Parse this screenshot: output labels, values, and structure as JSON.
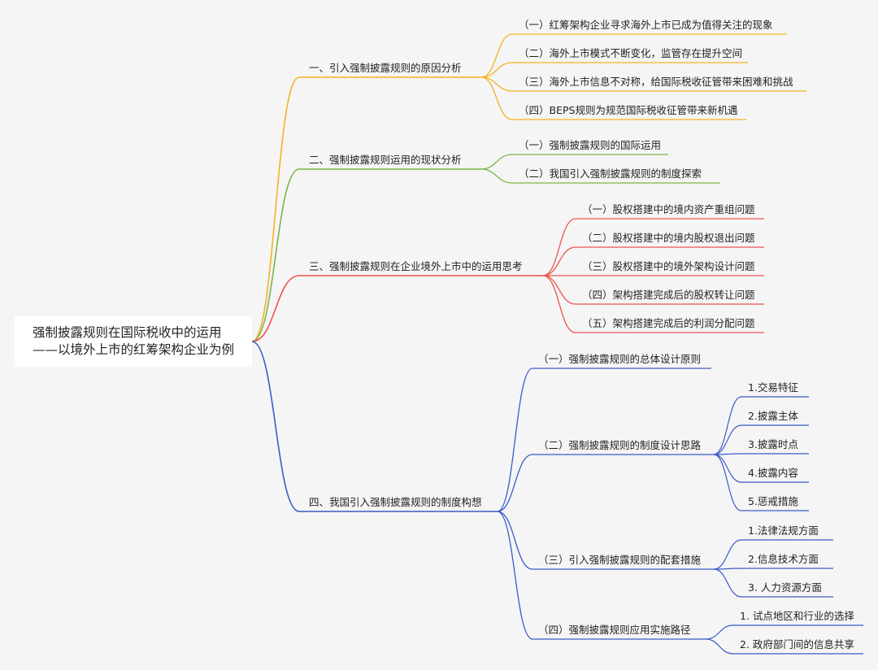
{
  "colors": {
    "b1": "#f5b225",
    "b2": "#7ab648",
    "b3": "#ef5350",
    "b4": "#3a5cc7"
  },
  "root": {
    "line1": "强制披露规则在国际税收中的运用",
    "line2": "——以境外上市的红筹架构企业为例"
  },
  "branches": [
    {
      "label": "一、引入强制披露规则的原因分析",
      "children": [
        {
          "label": "（一）红筹架构企业寻求海外上市已成为值得关注的现象"
        },
        {
          "label": "（二）海外上市模式不断变化，监管存在提升空间"
        },
        {
          "label": "（三）海外上市信息不对称，给国际税收征管带来困难和挑战"
        },
        {
          "label": "（四）BEPS规则为规范国际税收征管带来新机遇"
        }
      ]
    },
    {
      "label": "二、强制披露规则运用的现状分析",
      "children": [
        {
          "label": "（一）强制披露规则的国际运用"
        },
        {
          "label": "（二）我国引入强制披露规则的制度探索"
        }
      ]
    },
    {
      "label": "三、强制披露规则在企业境外上市中的运用思考",
      "children": [
        {
          "label": "（一）股权搭建中的境内资产重组问题"
        },
        {
          "label": "（二）股权搭建中的境内股权退出问题"
        },
        {
          "label": "（三）股权搭建中的境外架构设计问题"
        },
        {
          "label": "（四）架构搭建完成后的股权转让问题"
        },
        {
          "label": "（五）架构搭建完成后的利润分配问题"
        }
      ]
    },
    {
      "label": "四、我国引入强制披露规则的制度构想",
      "children": [
        {
          "label": "（一）强制披露规则的总体设计原则",
          "children": []
        },
        {
          "label": "（二）强制披露规则的制度设计思路",
          "children": [
            {
              "label": "1.交易特征"
            },
            {
              "label": "2.披露主体"
            },
            {
              "label": "3.披露时点"
            },
            {
              "label": "4.披露内容"
            },
            {
              "label": "5.惩戒措施"
            }
          ]
        },
        {
          "label": "（三）引入强制披露规则的配套措施",
          "children": [
            {
              "label": "1.法律法规方面"
            },
            {
              "label": "2.信息技术方面"
            },
            {
              "label": "3. 人力资源方面"
            }
          ]
        },
        {
          "label": "（四）强制披露规则应用实施路径",
          "children": [
            {
              "label": "1. 试点地区和行业的选择"
            },
            {
              "label": "2. 政府部门间的信息共享"
            }
          ]
        }
      ]
    }
  ]
}
